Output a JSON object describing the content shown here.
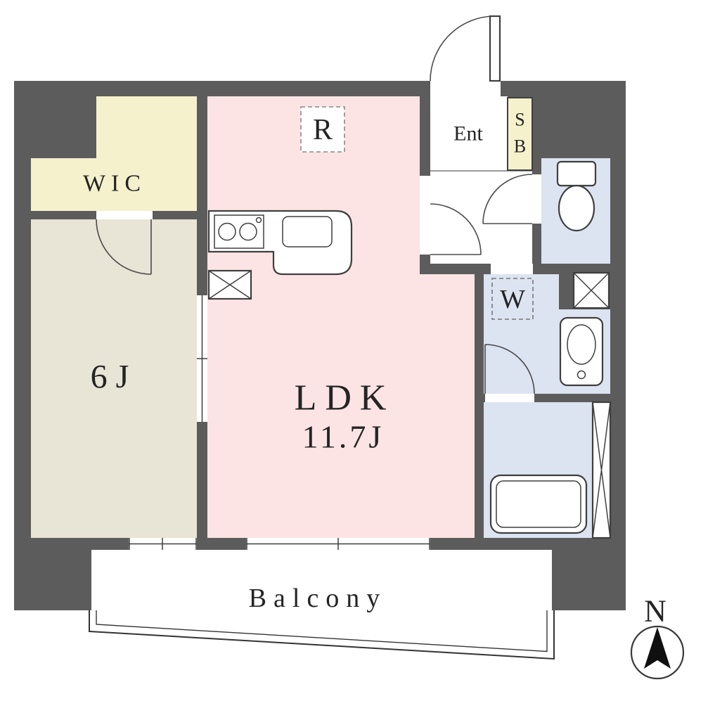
{
  "floorplan": {
    "rooms": {
      "wic": {
        "label": "WIC"
      },
      "bedroom_6j": {
        "label": "6J"
      },
      "ldk": {
        "name": "LDK",
        "size": "11.7J"
      },
      "entrance": {
        "label": "Ent"
      },
      "shoe_box": {
        "letters": [
          "S",
          "B"
        ]
      },
      "balcony": {
        "label": "Balcony"
      }
    },
    "fixtures": {
      "refrigerator_space": {
        "label": "R"
      },
      "washer_space": {
        "label": "W"
      }
    },
    "compass": {
      "north_label": "N"
    },
    "colors": {
      "wall": "#5c5c5c",
      "closet": "#f5f1cd",
      "bedroom": "#e8e4d6",
      "ldk": "#fbe4e3",
      "wet_area": "#dce3f1",
      "line": "#3f3f3f"
    }
  }
}
